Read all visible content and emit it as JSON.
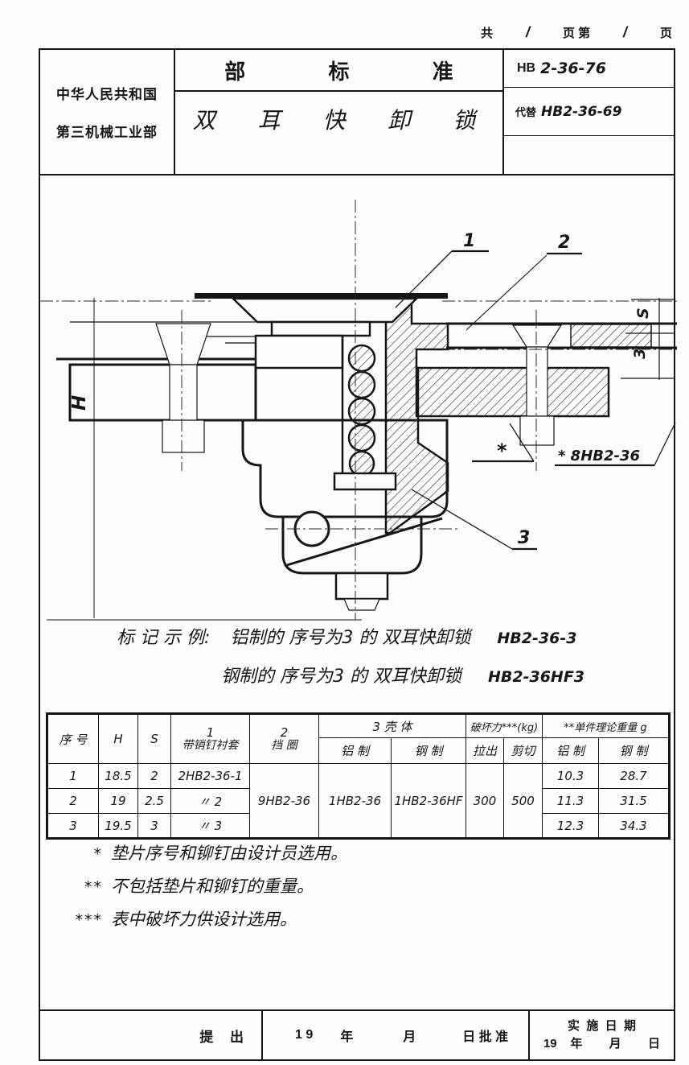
{
  "pageinfo": {
    "total_label": "共",
    "total_value": "/",
    "page_label": "页 第",
    "page_value": "/",
    "page_suffix": "页"
  },
  "header": {
    "country": "中华人民共和国",
    "ministry": "第三机械工业部",
    "standard_label": "部 标 准",
    "title": "双 耳 快 卸 锁",
    "code_prefix": "HB",
    "code": "2-36-76",
    "replaces_label": "代替",
    "replaces_code": "HB2-36-69"
  },
  "drawing": {
    "callout_1": "1",
    "callout_2": "2",
    "callout_3": "3",
    "dim_h": "H",
    "dim_s": "S",
    "dim_3mm": "3",
    "star_callout": "*",
    "rivet_callout": "* 8HB2-36"
  },
  "example": {
    "label": "标 记 示 例:",
    "line1_text": "铝制的 序号为3 的 双耳快卸锁",
    "line1_code": "HB2-36-3",
    "line2_text": "钢制的 序号为3 的 双耳快卸锁",
    "line2_code": "HB2-36HF3"
  },
  "table": {
    "col_seq": "序 号",
    "col_h": "H",
    "col_s": "S",
    "col1_num": "1",
    "col1_name": "带销钉衬套",
    "col2_num": "2",
    "col2_name": "挡 圈",
    "col3_header": "3 壳  体",
    "col3_al": "铝 制",
    "col3_steel": "钢 制",
    "force_header": "破坏力***(kg)",
    "force_pull": "拉出",
    "force_shear": "剪切",
    "weight_header": "**单件理论重量 g",
    "weight_al": "铝 制",
    "weight_steel": "钢 制",
    "rows": [
      {
        "seq": "1",
        "h": "18.5",
        "s": "2",
        "bushing": "2HB2-36-1",
        "w_al": "10.3",
        "w_steel": "28.7"
      },
      {
        "seq": "2",
        "h": "19",
        "s": "2.5",
        "bushing": "〃   2",
        "w_al": "11.3",
        "w_steel": "31.5"
      },
      {
        "seq": "3",
        "h": "19.5",
        "s": "3",
        "bushing": "〃   3",
        "w_al": "12.3",
        "w_steel": "34.3"
      }
    ],
    "merged": {
      "ring": "9HB2-36",
      "shell_al": "1HB2-36",
      "shell_steel": "1HB2-36HF",
      "pull": "300",
      "shear": "500"
    }
  },
  "notes": [
    {
      "stars": "*",
      "text": "垫片序号和铆钉由设计员选用。"
    },
    {
      "stars": "**",
      "text": "不包括垫片和铆钉的重量。"
    },
    {
      "stars": "***",
      "text": "表中破坏力供设计选用。"
    }
  ],
  "footer": {
    "submit": "提 出",
    "year": "1 9",
    "year_label": "年",
    "month_label": "月",
    "approve_label": "日 批 准",
    "impl_title": "实  施  日  期",
    "impl_date": "19    年        月        日"
  }
}
